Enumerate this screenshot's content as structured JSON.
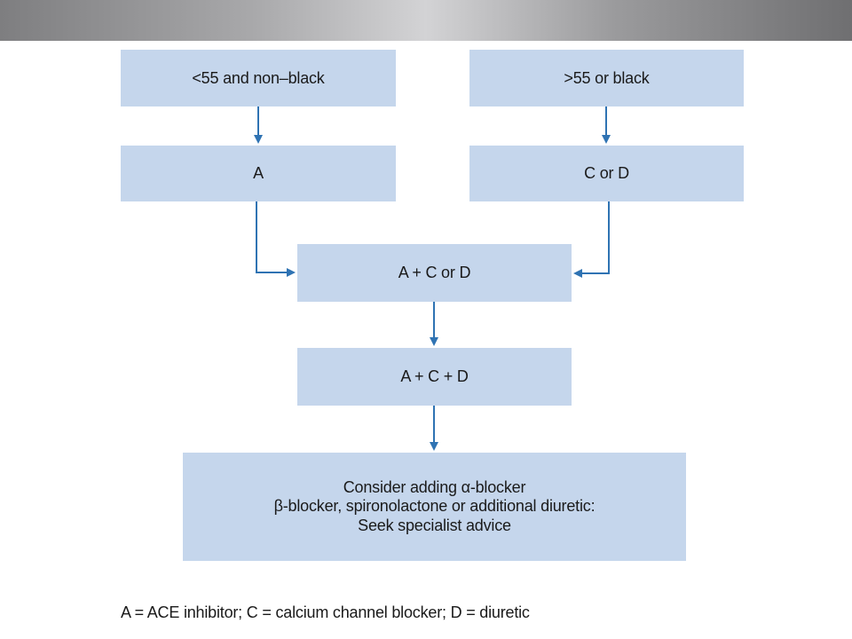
{
  "nodes": {
    "under_55": "<55 and non–black",
    "over_55": ">55 or black",
    "a": "A",
    "c_or_d": "C or D",
    "a_c_or_d": "A + C or D",
    "a_c_d": "A + C + D",
    "final": {
      "line1": "Consider adding α-blocker",
      "line2": "β-blocker, spironolactone or additional diuretic:",
      "line3": "Seek specialist advice"
    }
  },
  "legend": "A = ACE inhibitor; C = calcium channel blocker; D = diuretic",
  "colors": {
    "node_fill": "#c5d6ec",
    "arrow": "#2f73b3"
  }
}
